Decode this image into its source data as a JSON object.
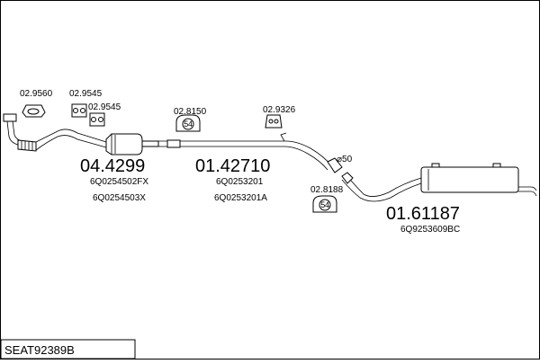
{
  "diagram_code": "SEAT92389B",
  "pipe_diameter_label": "⌀50",
  "accessories": {
    "a1": "02.9560",
    "a2": "02.9545",
    "a3": "02.9545",
    "a4": "02.8150",
    "a5": "02.9326",
    "a6": "02.8188"
  },
  "assemblies": {
    "front": {
      "part_number": "04.4299",
      "oem_refs": [
        "6Q0254502FX",
        "6Q0254503X"
      ]
    },
    "middle": {
      "part_number": "01.42710",
      "oem_refs": [
        "6Q0253201",
        "6Q0253201A"
      ]
    },
    "rear": {
      "part_number": "01.61187",
      "oem_refs": [
        "6Q9253609BC"
      ]
    }
  },
  "clamp_labels": {
    "c1": "54",
    "c2": "54"
  }
}
